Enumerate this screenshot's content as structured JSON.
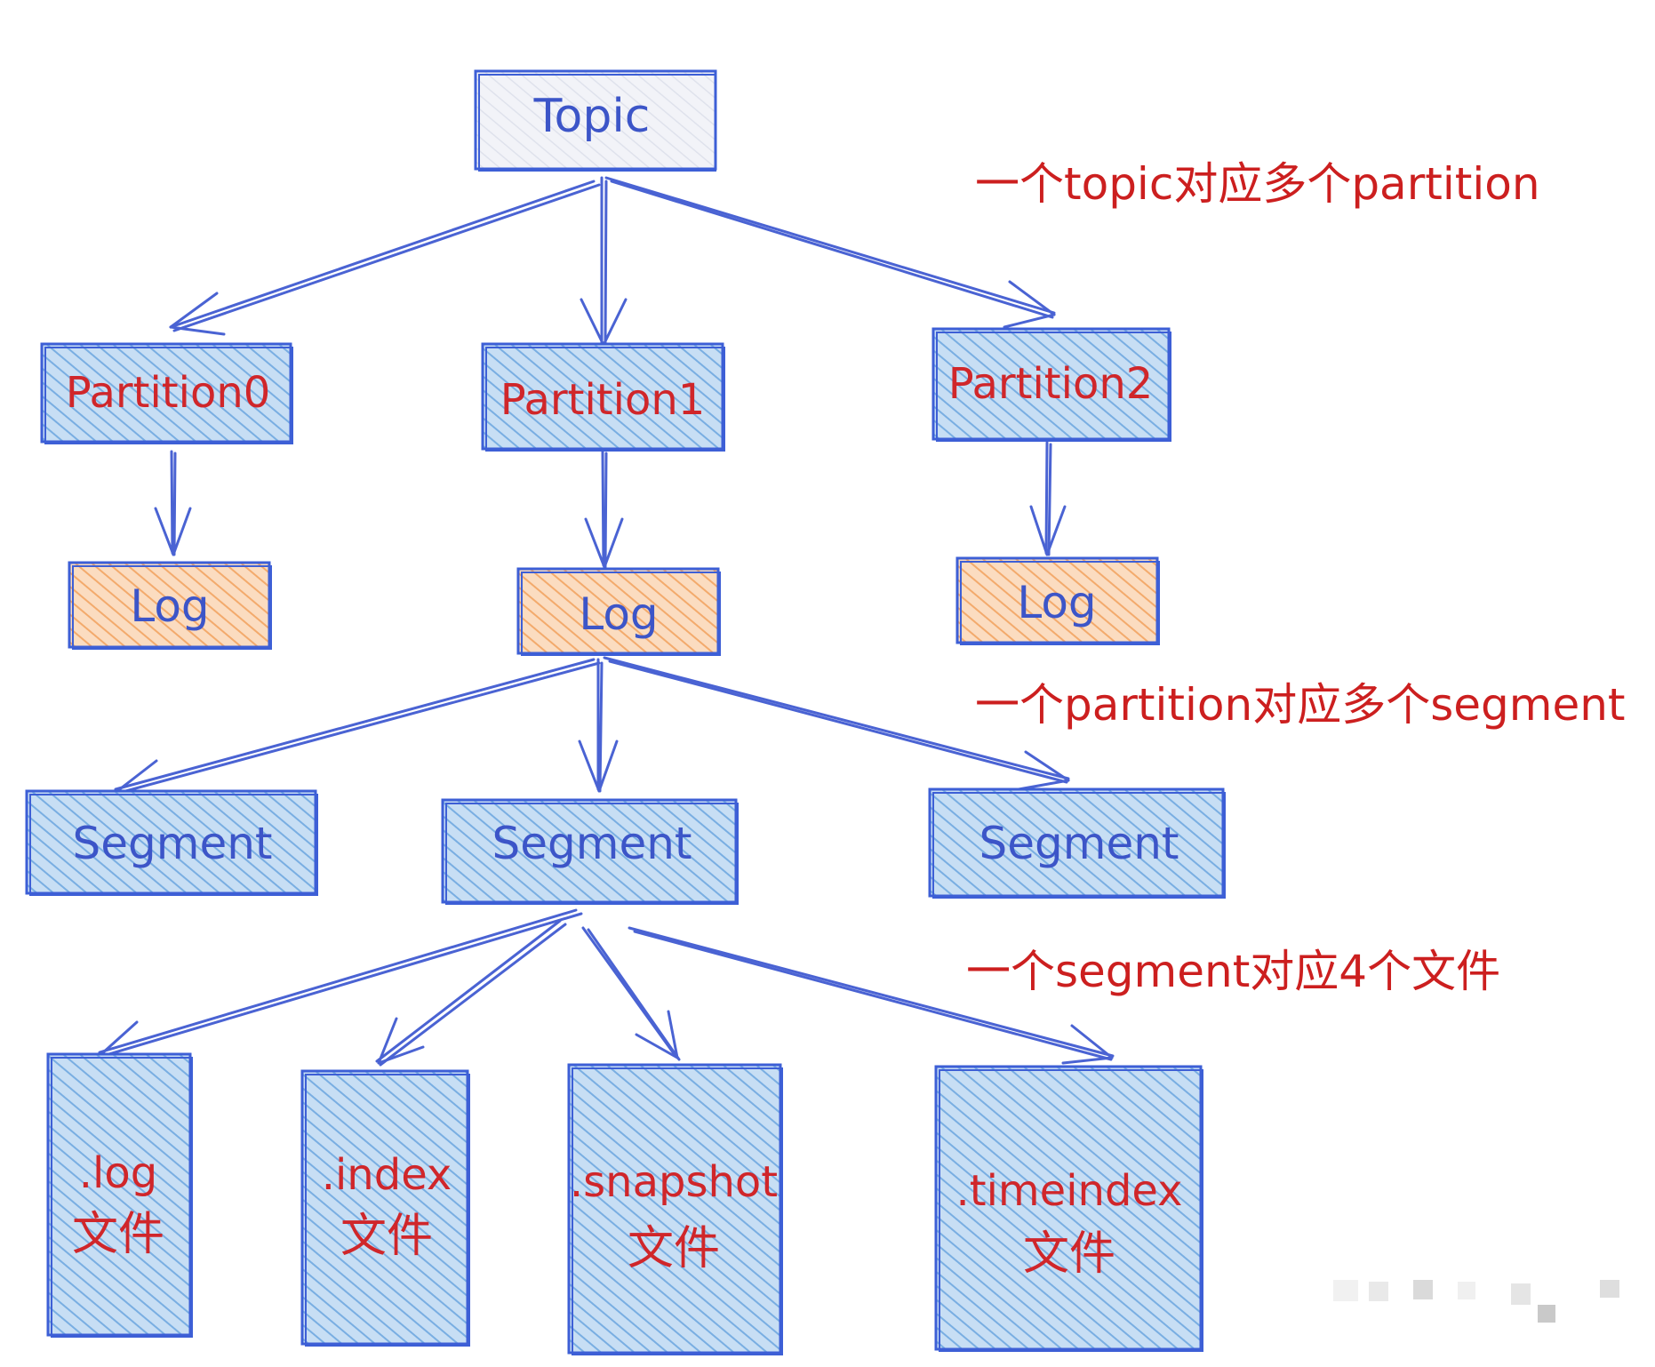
{
  "colors": {
    "blue_box_fill": "#a9cdef",
    "blue_outline": "#3d5fd6",
    "orange_box_fill": "#f8c79d",
    "orange_outline": "#3d5fd6",
    "topic_fill": "#eef0f6",
    "blue_text": "#3c55c8",
    "red_text": "#d0262a"
  },
  "nodes": {
    "topic": {
      "label": "Topic"
    },
    "partition0": {
      "label": "Partition0"
    },
    "partition1": {
      "label": "Partition1"
    },
    "partition2": {
      "label": "Partition2"
    },
    "log0": {
      "label": "Log"
    },
    "log1": {
      "label": "Log"
    },
    "log2": {
      "label": "Log"
    },
    "segment0": {
      "label": "Segment"
    },
    "segment1": {
      "label": "Segment"
    },
    "segment2": {
      "label": "Segment"
    },
    "file_log": {
      "line1": ".log",
      "line2": "文件"
    },
    "file_index": {
      "line1": ".index",
      "line2": "文件"
    },
    "file_snapshot": {
      "line1": ".snapshot",
      "line2": "文件"
    },
    "file_timeindex": {
      "line1": ".timeindex",
      "line2": "文件"
    }
  },
  "notes": {
    "topic_partition": "一个topic对应多个partition",
    "partition_segment": "一个partition对应多个segment",
    "segment_files": "一个segment对应4个文件"
  }
}
